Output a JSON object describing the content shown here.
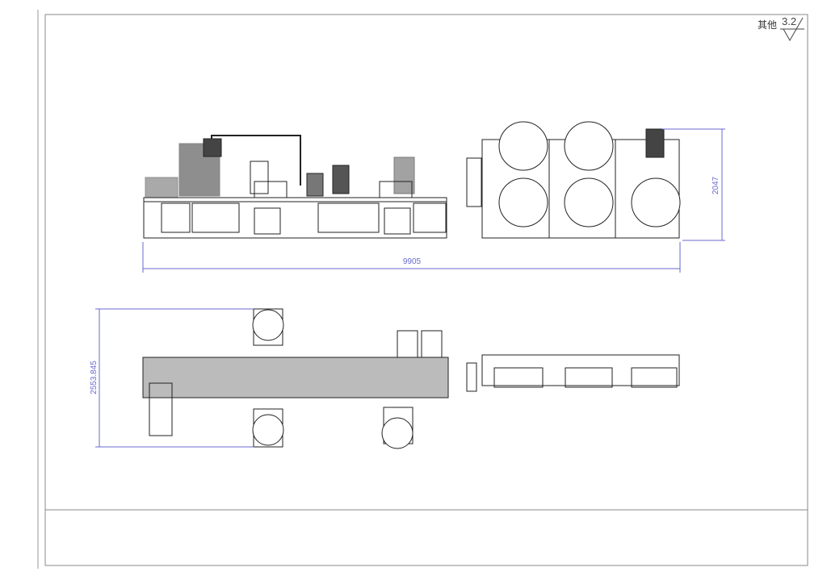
{
  "drawing": {
    "roughness_label": "其他",
    "roughness_value": "3.2",
    "dimensions": {
      "height_side": "2047",
      "total_length": "9905",
      "width_top": "2553.845"
    }
  }
}
